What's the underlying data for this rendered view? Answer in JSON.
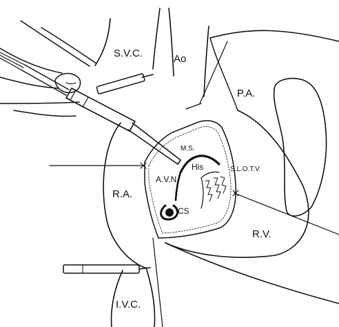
{
  "diagram": {
    "labels": {
      "svc": "S.V.C.",
      "ao": "Ao",
      "pa": "P.A.",
      "ms": "M.S.",
      "his": "His",
      "slotv": "S.L.O.T.V",
      "avn": "A.V.N.",
      "ra": "R.A.",
      "cs": "CS",
      "rv": "R.V.",
      "ivc": "I.V.C."
    },
    "colors": {
      "ink": "#111111",
      "background": "#ffffff"
    },
    "icons": [
      "probe-icon",
      "hand-icon",
      "retractor-icon"
    ]
  }
}
